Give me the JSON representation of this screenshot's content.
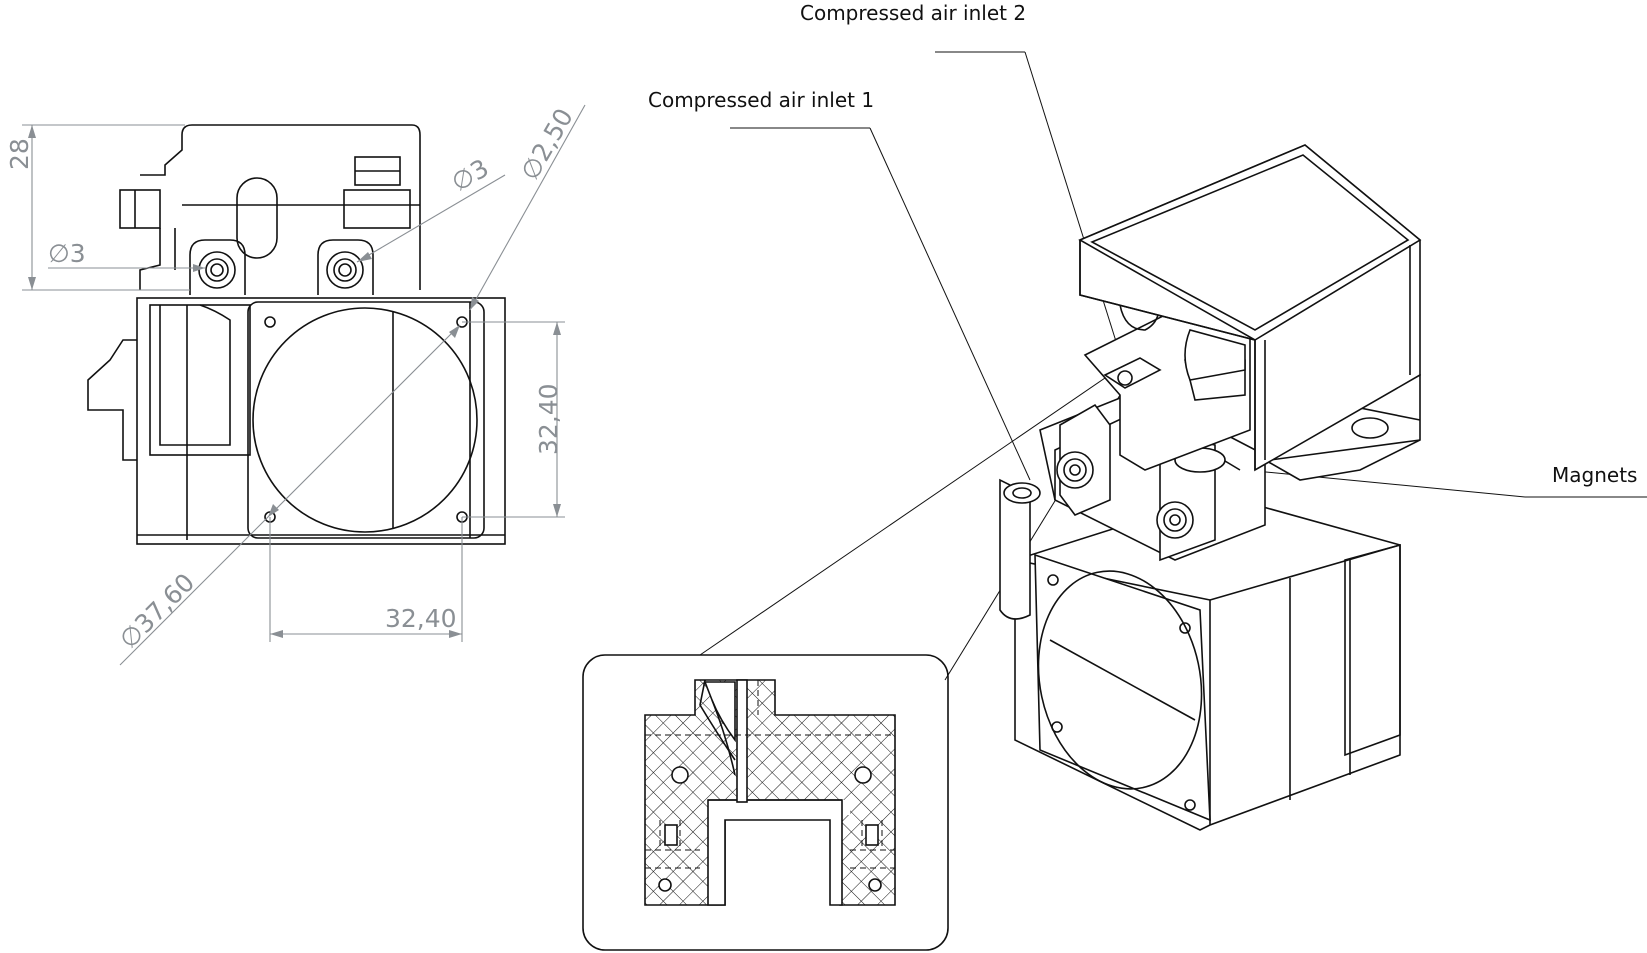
{
  "dimensions": {
    "height": "28",
    "dia_left": "3",
    "dia_right": "3",
    "dia_small": "2,50",
    "side": "32,40",
    "bottom": "32,40",
    "dia_large": "37,60",
    "dia_symbol": "∅"
  },
  "callouts": {
    "inlet2": "Compressed air inlet 2",
    "inlet1": "Compressed air inlet 1",
    "magnets": "Magnets"
  },
  "colors": {
    "dimension": "#8a8f94",
    "line": "#111111",
    "background": "#ffffff"
  }
}
